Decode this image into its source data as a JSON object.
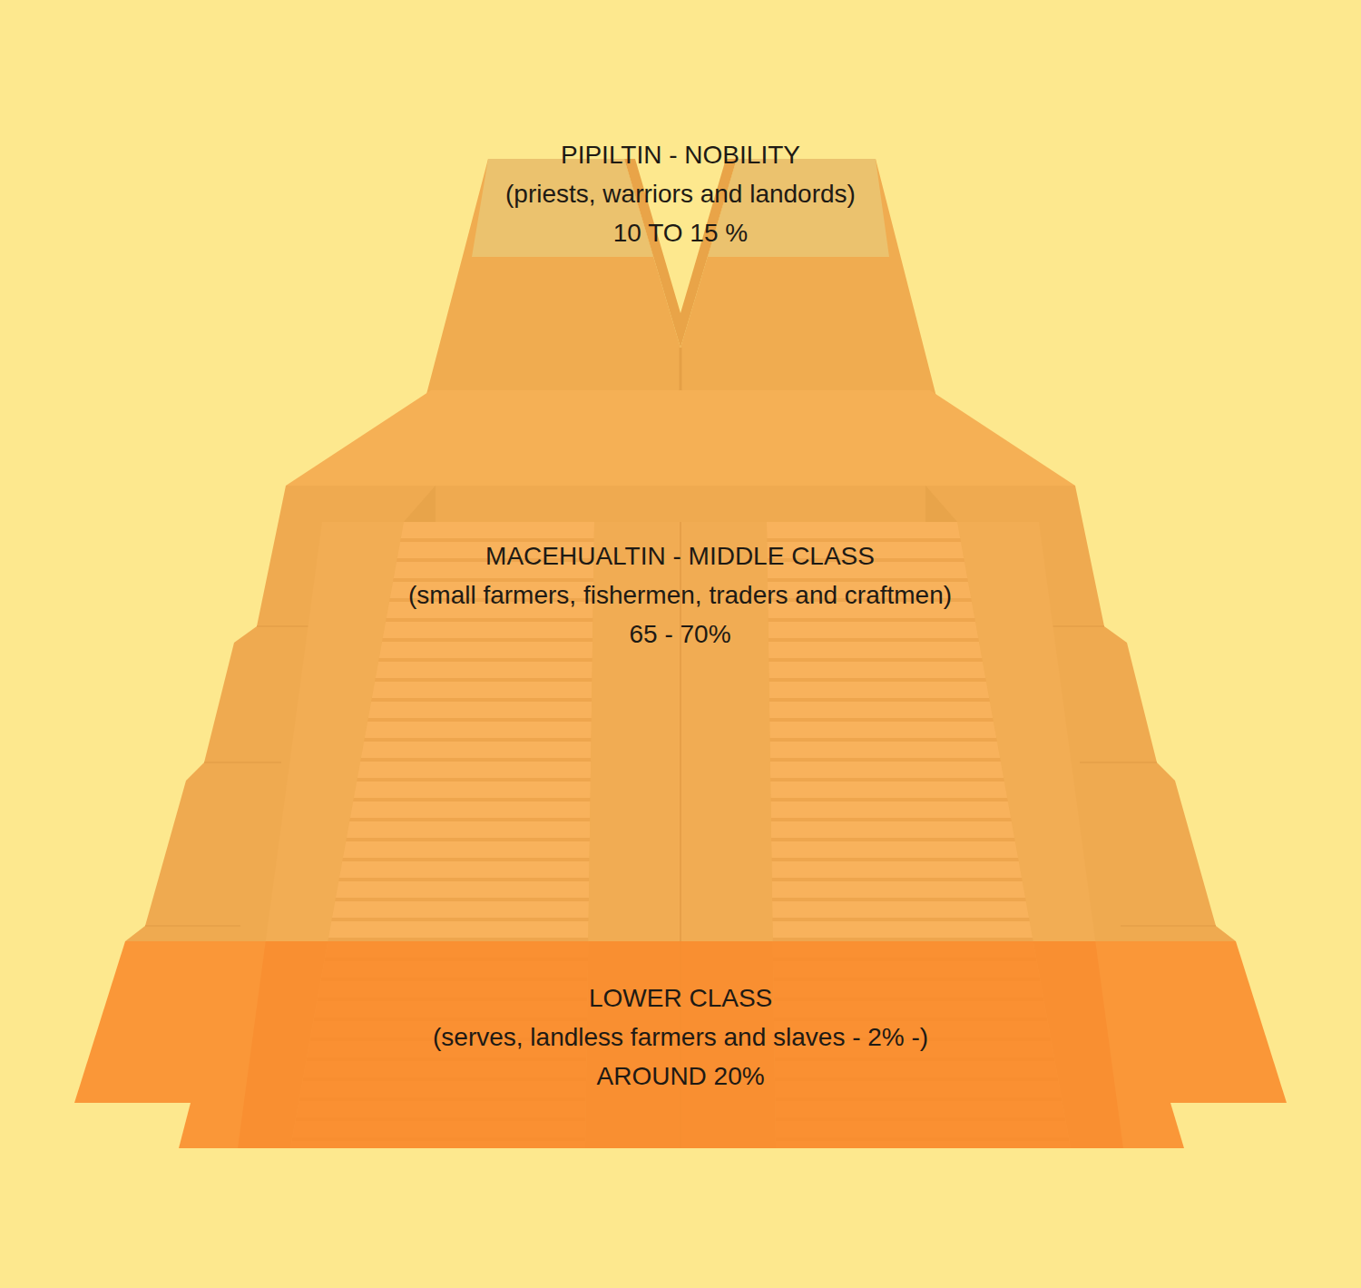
{
  "diagram": {
    "nodes": [
      {
        "text": [
          "PIPILTIN - NOBILITY",
          "(priests, warriors and landords)",
          "10 TO 15 %"
        ]
      },
      {
        "text": [
          "MACEHUALTIN - MIDDLE CLASS",
          "(small farmers, fishermen, traders and craftmen)",
          "65 - 70%"
        ]
      },
      {
        "text": [
          "LOWER CLASS",
          "(serves, landless farmers and slaves - 2% -)",
          "AROUND 20%"
        ]
      }
    ]
  }
}
